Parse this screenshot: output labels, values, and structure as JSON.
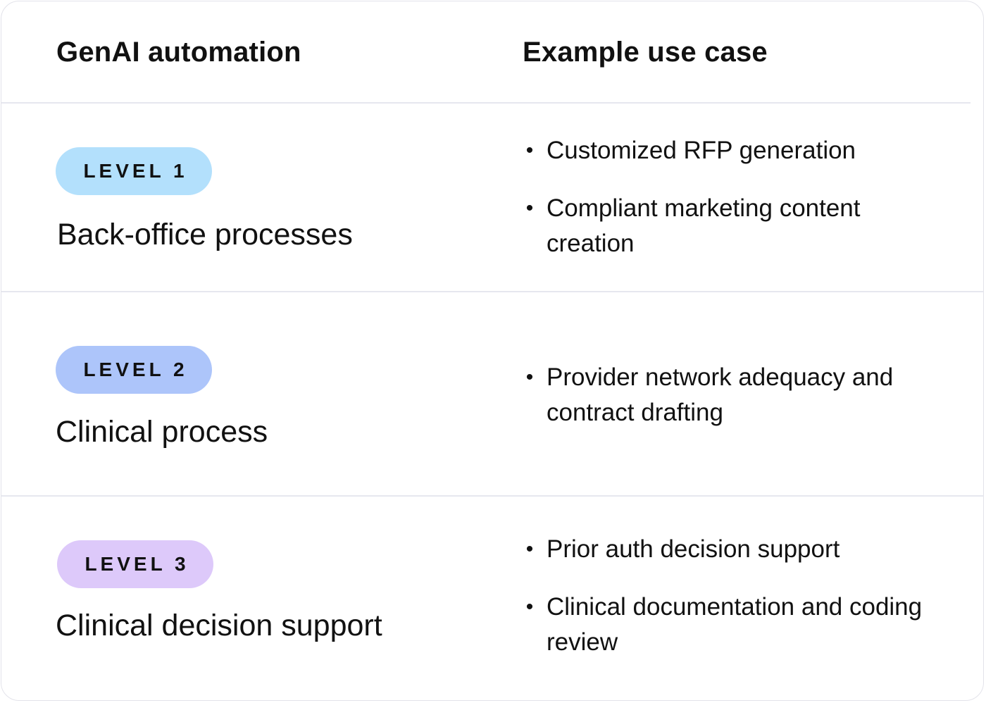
{
  "header": {
    "left_title": "GenAI automation",
    "right_title": "Example use case"
  },
  "rows": [
    {
      "level": "LEVEL 1",
      "level_color": "#b3e0fc",
      "category": "Back-office processes",
      "use_cases": [
        "Customized RFP generation",
        "Compliant marketing content creation"
      ]
    },
    {
      "level": "LEVEL 2",
      "level_color": "#adc5fa",
      "category": "Clinical process",
      "use_cases": [
        "Provider network adequacy and contract drafting"
      ]
    },
    {
      "level": "LEVEL 3",
      "level_color": "#ddc9fa",
      "category": "Clinical decision support",
      "use_cases": [
        "Prior auth decision support",
        "Clinical documentation and coding review"
      ]
    }
  ],
  "bullet_glyph": "•"
}
